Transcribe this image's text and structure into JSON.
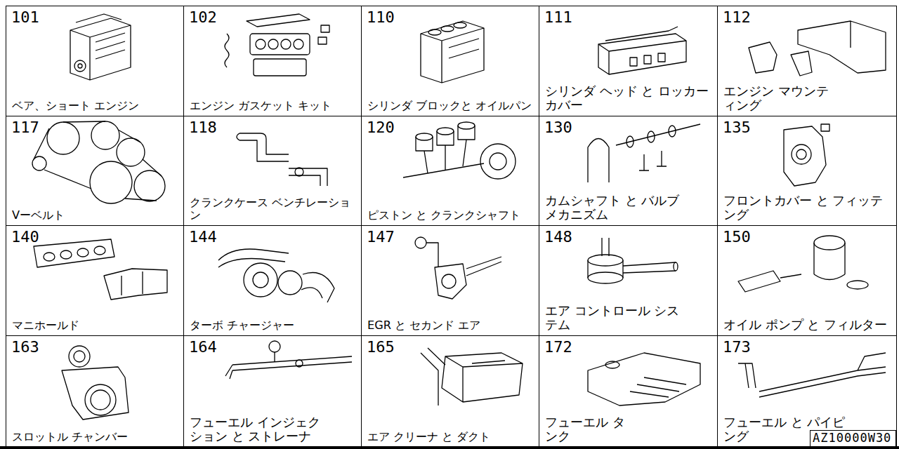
{
  "diagram": {
    "nodes": [
      {
        "text": [
          "101",
          "ベア、ショート エンジン"
        ]
      },
      {
        "text": [
          "102",
          "エンジン ガスケット キット"
        ]
      },
      {
        "text": [
          "110",
          "シリンダ ブロックと オイルパン"
        ]
      },
      {
        "text": [
          "111",
          "シリンダ ヘッド と ロッカー カバー"
        ]
      },
      {
        "text": [
          "112",
          "エンジン マウンティング"
        ]
      },
      {
        "text": [
          "117",
          "Vーベルト"
        ]
      },
      {
        "text": [
          "118",
          "クランクケース ベンチレーション"
        ]
      },
      {
        "text": [
          "120",
          "ピストン と クランクシャフト"
        ]
      },
      {
        "text": [
          "130",
          "カムシャフト と バルブ メカニズム"
        ]
      },
      {
        "text": [
          "135",
          "フロントカバー と フィッテング"
        ]
      },
      {
        "text": [
          "140",
          "マニホールド"
        ]
      },
      {
        "text": [
          "144",
          "ターボ チャージャー"
        ]
      },
      {
        "text": [
          "147",
          "EGR と セカンド エア"
        ]
      },
      {
        "text": [
          "148",
          "エア コントロール システム"
        ]
      },
      {
        "text": [
          "150",
          "オイル ポンプ と フィルター"
        ]
      },
      {
        "text": [
          "163",
          "スロットル チャンバー"
        ]
      },
      {
        "text": [
          "164",
          "フューエル インジェクション と ストレーナ"
        ]
      },
      {
        "text": [
          "165",
          "エア クリーナ と ダクト"
        ]
      },
      {
        "text": [
          "172",
          "フューエル タンク"
        ]
      },
      {
        "text": [
          "173",
          "フューエル と パイピング"
        ]
      },
      {
        "text": [
          "AZ10000W30"
        ]
      }
    ]
  }
}
